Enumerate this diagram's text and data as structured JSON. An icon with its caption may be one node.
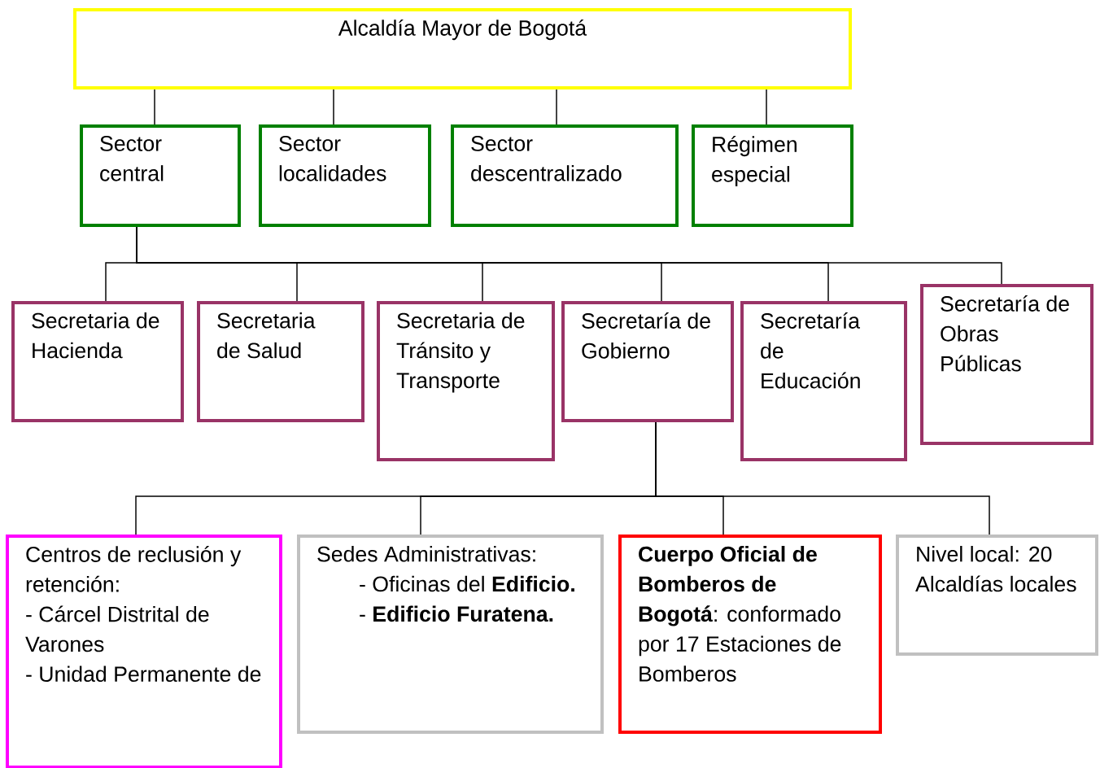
{
  "diagram": {
    "nodes": [
      {
        "text": [
          "Alcaldía  Mayor de Bogotá"
        ]
      },
      {
        "text": [
          "Sector central"
        ]
      },
      {
        "text": [
          "Sector localidades"
        ]
      },
      {
        "text": [
          "Sector descentralizado"
        ]
      },
      {
        "text": [
          "Régimen especial"
        ]
      },
      {
        "text": [
          "Secretaria de Hacienda"
        ]
      },
      {
        "text": [
          "Secretaria de Salud"
        ]
      },
      {
        "text": [
          "Secretaria de Tránsito y Transporte"
        ]
      },
      {
        "text": [
          "Secretaría de Gobierno"
        ]
      },
      {
        "text": [
          "Secretaría de Educación"
        ]
      },
      {
        "text": [
          "Secretaría de Obras Públicas"
        ]
      },
      {
        "text": [
          "Centros de reclusión y retención:",
          "- Cárcel Distrital de Varones",
          "- Unidad Permanente de"
        ]
      },
      {
        "text": [
          "Sedes Administrativas:",
          "- Oficinas del **Edificio.**",
          "- **Edificio Furatena.**"
        ]
      },
      {
        "text": [
          "**Cuerpo Oficial de Bomberos de Bogotá**: conformado por 17 Estaciones de Bomberos"
        ]
      },
      {
        "text": [
          "Nivel local: 20 Alcaldías locales"
        ]
      }
    ],
    "edges": [
      {
        "from": 0,
        "to": 1,
        "arrow": "none"
      },
      {
        "from": 0,
        "to": 2,
        "arrow": "none"
      },
      {
        "from": 0,
        "to": 3,
        "arrow": "none"
      },
      {
        "from": 0,
        "to": 4,
        "arrow": "none"
      },
      {
        "from": 1,
        "to": 5,
        "arrow": "none"
      },
      {
        "from": 1,
        "to": 6,
        "arrow": "none"
      },
      {
        "from": 1,
        "to": 7,
        "arrow": "none"
      },
      {
        "from": 1,
        "to": 8,
        "arrow": "none"
      },
      {
        "from": 1,
        "to": 9,
        "arrow": "none"
      },
      {
        "from": 1,
        "to": 10,
        "arrow": "none"
      },
      {
        "from": 8,
        "to": 11,
        "arrow": "none"
      },
      {
        "from": 8,
        "to": 12,
        "arrow": "none"
      },
      {
        "from": 8,
        "to": 13,
        "arrow": "none"
      },
      {
        "from": 8,
        "to": 14,
        "arrow": "none"
      }
    ]
  }
}
